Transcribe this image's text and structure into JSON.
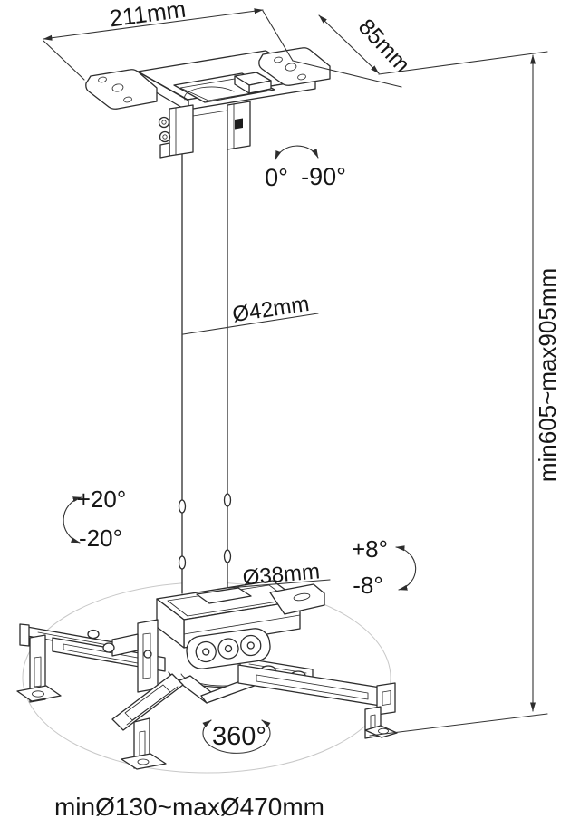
{
  "diagram": {
    "type": "technical-drawing",
    "subject": "projector-ceiling-mount-dimensions",
    "labels": {
      "plate_width": "211mm",
      "plate_depth": "85mm",
      "drop_tilt_from": "0°",
      "drop_tilt_to": "-90°",
      "pole_diameter": "Ø42mm",
      "height_range": "min605~max905mm",
      "swivel_plus": "+20°",
      "swivel_minus": "-20°",
      "inner_tube_diameter": "Ø38mm",
      "fine_tilt_plus": "+8°",
      "fine_tilt_minus": "-8°",
      "rotation": "360°",
      "arm_spread_range": "minØ130~maxØ470mm"
    },
    "colors": {
      "line": "#2d2d2d",
      "text": "#161616",
      "guide": "#c8c8c8",
      "background": "#ffffff"
    }
  }
}
